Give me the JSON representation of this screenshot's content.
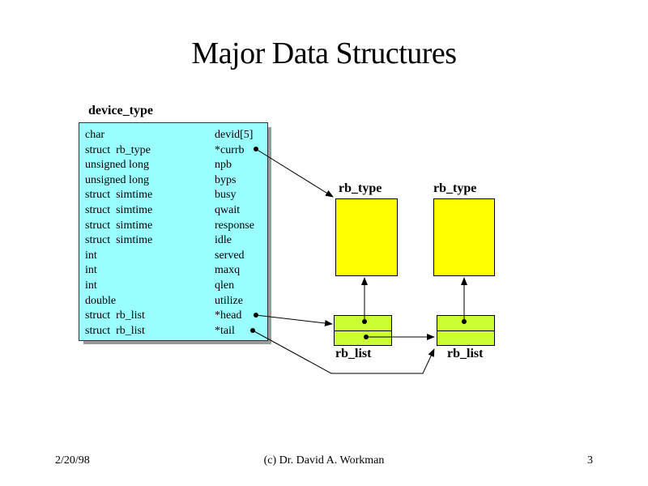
{
  "slide": {
    "title": "Major Data Structures"
  },
  "device_struct": {
    "label": "device_type",
    "fields": [
      {
        "type": "char",
        "name": "devid[5]"
      },
      {
        "type": "struct  rb_type",
        "name": "*currb"
      },
      {
        "type": "unsigned long",
        "name": "npb"
      },
      {
        "type": "unsigned long",
        "name": "byps"
      },
      {
        "type": "struct  simtime",
        "name": "busy"
      },
      {
        "type": "struct  simtime",
        "name": "qwait"
      },
      {
        "type": "struct  simtime",
        "name": "response"
      },
      {
        "type": "struct  simtime",
        "name": "idle"
      },
      {
        "type": "int",
        "name": "served"
      },
      {
        "type": "int",
        "name": "maxq"
      },
      {
        "type": "int",
        "name": "qlen"
      },
      {
        "type": "double",
        "name": "utilize"
      },
      {
        "type": "struct  rb_list",
        "name": "*head"
      },
      {
        "type": "struct  rb_list",
        "name": "*tail"
      }
    ]
  },
  "nodes": {
    "rb_type_1": "rb_type",
    "rb_type_2": "rb_type",
    "rb_list_1": "rb_list",
    "rb_list_2": "rb_list"
  },
  "colors": {
    "struct_fill": "#99ffff",
    "rb_type_fill": "#ffff00",
    "rb_list_fill": "#ccff33"
  },
  "footer": {
    "date": "2/20/98",
    "author": "(c) Dr. David A. Workman",
    "page": "3"
  }
}
